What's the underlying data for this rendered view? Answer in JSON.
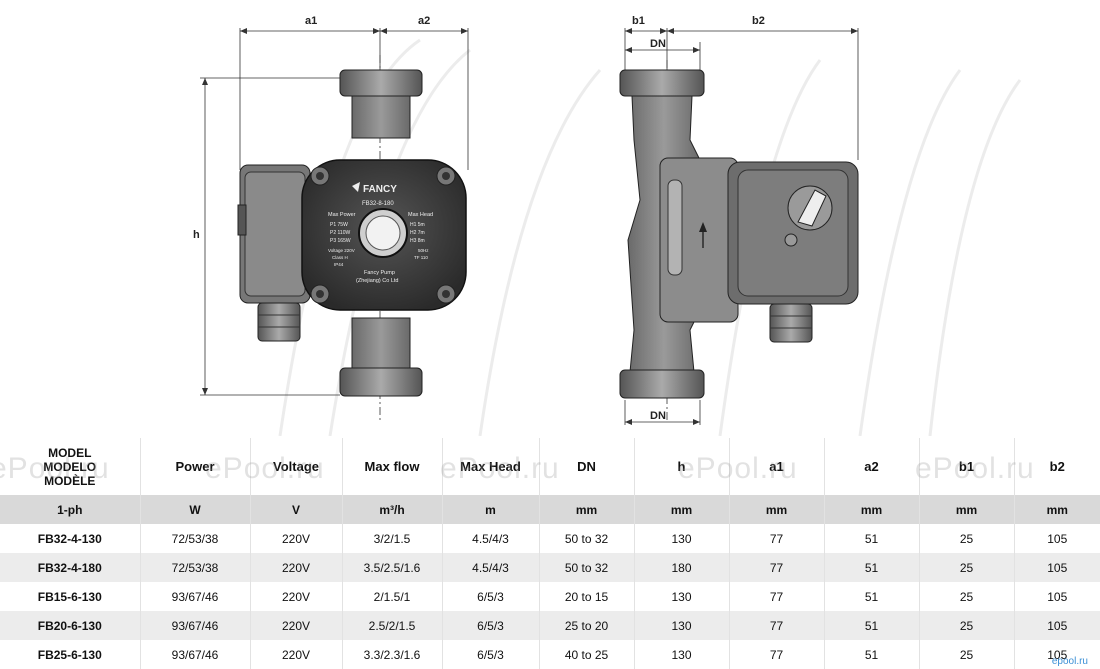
{
  "drawing": {
    "dimensions": {
      "a1": "a1",
      "a2": "a2",
      "b1": "b1",
      "b2": "b2",
      "dn_top": "DN",
      "dn_bottom": "DN",
      "h": "h"
    },
    "nameplate": {
      "brand": "FANCY",
      "model": "FB32-8-180",
      "max_power_title": "Max Power",
      "max_head_title": "Max Head",
      "power_lines": [
        "P1 75W",
        "P2 110W",
        "P3 165W"
      ],
      "head_lines": [
        "H1 5m",
        "H2 7m",
        "H3 8m"
      ],
      "voltage": "Voltage 220V",
      "class": "Class H",
      "ip": "IP44",
      "freq": "50Hz",
      "tf": "TF 110",
      "maker_1": "Fancy Pump",
      "maker_2": "(Zhejiang) Co Ltd"
    }
  },
  "table": {
    "model_header": [
      "MODEL",
      "MODELO",
      "MODÈLE"
    ],
    "headers": [
      "Power",
      "Voltage",
      "Max flow",
      "Max Head",
      "DN",
      "h",
      "a1",
      "a2",
      "b1",
      "b2"
    ],
    "units": [
      "1-ph",
      "W",
      "V",
      "m³/h",
      "m",
      "mm",
      "mm",
      "mm",
      "mm",
      "mm",
      "mm"
    ],
    "rows": [
      [
        "FB32-4-130",
        "72/53/38",
        "220V",
        "3/2/1.5",
        "4.5/4/3",
        "50 to 32",
        "130",
        "77",
        "51",
        "25",
        "105"
      ],
      [
        "FB32-4-180",
        "72/53/38",
        "220V",
        "3.5/2.5/1.6",
        "4.5/4/3",
        "50 to 32",
        "180",
        "77",
        "51",
        "25",
        "105"
      ],
      [
        "FB15-6-130",
        "93/67/46",
        "220V",
        "2/1.5/1",
        "6/5/3",
        "20 to 15",
        "130",
        "77",
        "51",
        "25",
        "105"
      ],
      [
        "FB20-6-130",
        "93/67/46",
        "220V",
        "2.5/2/1.5",
        "6/5/3",
        "25 to 20",
        "130",
        "77",
        "51",
        "25",
        "105"
      ],
      [
        "FB25-6-130",
        "93/67/46",
        "220V",
        "3.3/2.3/1.6",
        "6/5/3",
        "40 to 25",
        "130",
        "77",
        "51",
        "25",
        "105"
      ]
    ]
  },
  "watermarks": [
    "ePool.ru",
    "ePool.ru",
    "ePool.ru",
    "ePool.ru",
    "ePool.ru"
  ],
  "corner_mark": "epool.ru"
}
